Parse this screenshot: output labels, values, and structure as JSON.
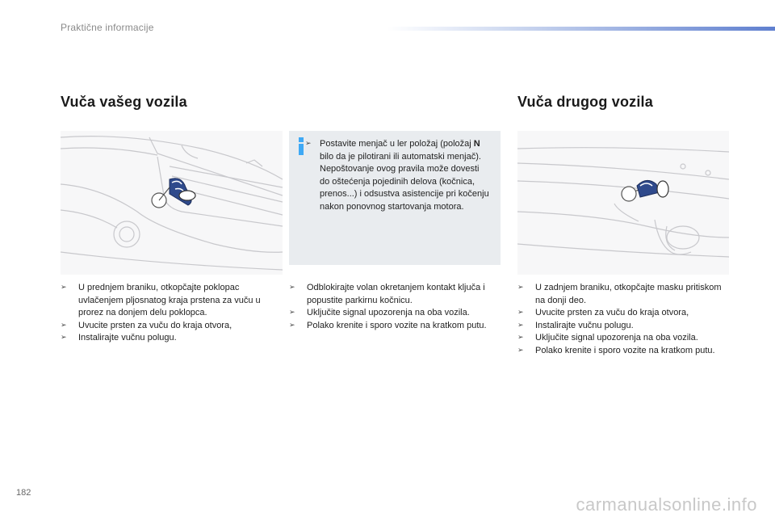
{
  "header": {
    "title": "Praktične informacije"
  },
  "page_number": "182",
  "watermark": "carmanualsonline.info",
  "colors": {
    "info_accent": "#3fa9f5",
    "header_bar": "#5f7fcf",
    "info_box_bg": "#e9ecef"
  },
  "left": {
    "title": "Vuča vašeg vozila",
    "illustration": {
      "icon": "front-bumper-towing-eye-illustration"
    },
    "steps": [
      "U prednjem braniku, otkopčajte poklopac uvlačenjem pljosnatog kraja prstena za vuču u prorez na donjem delu poklopca.",
      "Uvucite prsten za vuču do kraja otvora,",
      "Instalirajte vučnu polugu."
    ]
  },
  "middle": {
    "info": {
      "icon": "info-icon",
      "line1": "Postavite menjač u ler položaj (položaj ",
      "bold": "N",
      "line2": " bilo da je pilotirani ili automatski menjač).",
      "line3": "Nepoštovanje ovog pravila može dovesti do oštećenja pojedinih delova (kočnica, prenos...) i odsustva asistencije pri kočenju nakon ponovnog startovanja motora."
    },
    "steps": [
      "Odblokirajte volan okretanjem kontakt ključa i popustite parkirnu kočnicu.",
      "Uključite signal upozorenja na oba vozila.",
      "Polako krenite i sporo vozite na kratkom putu."
    ]
  },
  "right": {
    "title": "Vuča drugog vozila",
    "illustration": {
      "icon": "rear-bumper-towing-eye-illustration"
    },
    "steps": [
      "U zadnjem braniku, otkopčajte masku pritiskom na donji deo.",
      "Uvucite prsten za vuču do kraja otvora,",
      "Instalirajte vučnu polugu.",
      "Uključite signal upozorenja na oba vozila.",
      "Polako krenite i sporo vozite na kratkom putu."
    ]
  }
}
